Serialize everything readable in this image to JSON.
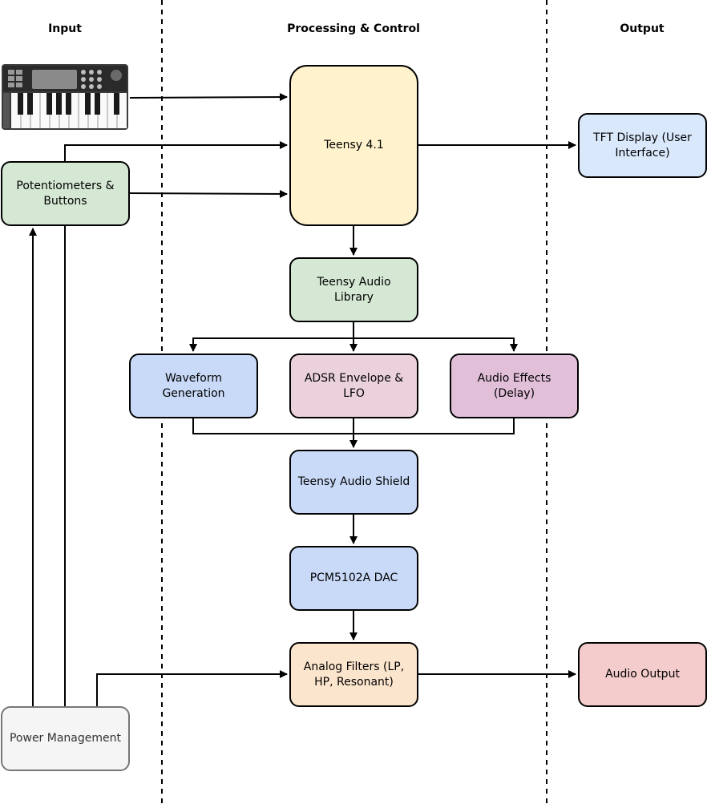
{
  "columns": {
    "input": "Input",
    "processing": "Processing & Control",
    "output": "Output"
  },
  "nodes": {
    "teensy": "Teensy 4.1",
    "pots": "Potentiometers & Buttons",
    "tft": "TFT Display (User Interface)",
    "audio_lib": "Teensy Audio Library",
    "waveform": "Waveform Generation",
    "adsr": "ADSR Envelope & LFO",
    "effects": "Audio Effects (Delay)",
    "shield": "Teensy Audio Shield",
    "dac": "PCM5102A DAC",
    "filters": "Analog Filters (LP, HP, Resonant)",
    "audio_out": "Audio Output",
    "power": "Power Management"
  },
  "icons": {
    "keyboard": "midi-keyboard-icon"
  },
  "colors": {
    "yellow": "#fff2cc",
    "green": "#d5e8d4",
    "blue": "#dae8fc",
    "periwinkle": "#c9daf8",
    "pink": "#ead1dc",
    "purple": "#e1bfd9",
    "orange": "#fce5cd",
    "red": "#f4cccc",
    "gray": "#f5f5f5"
  }
}
